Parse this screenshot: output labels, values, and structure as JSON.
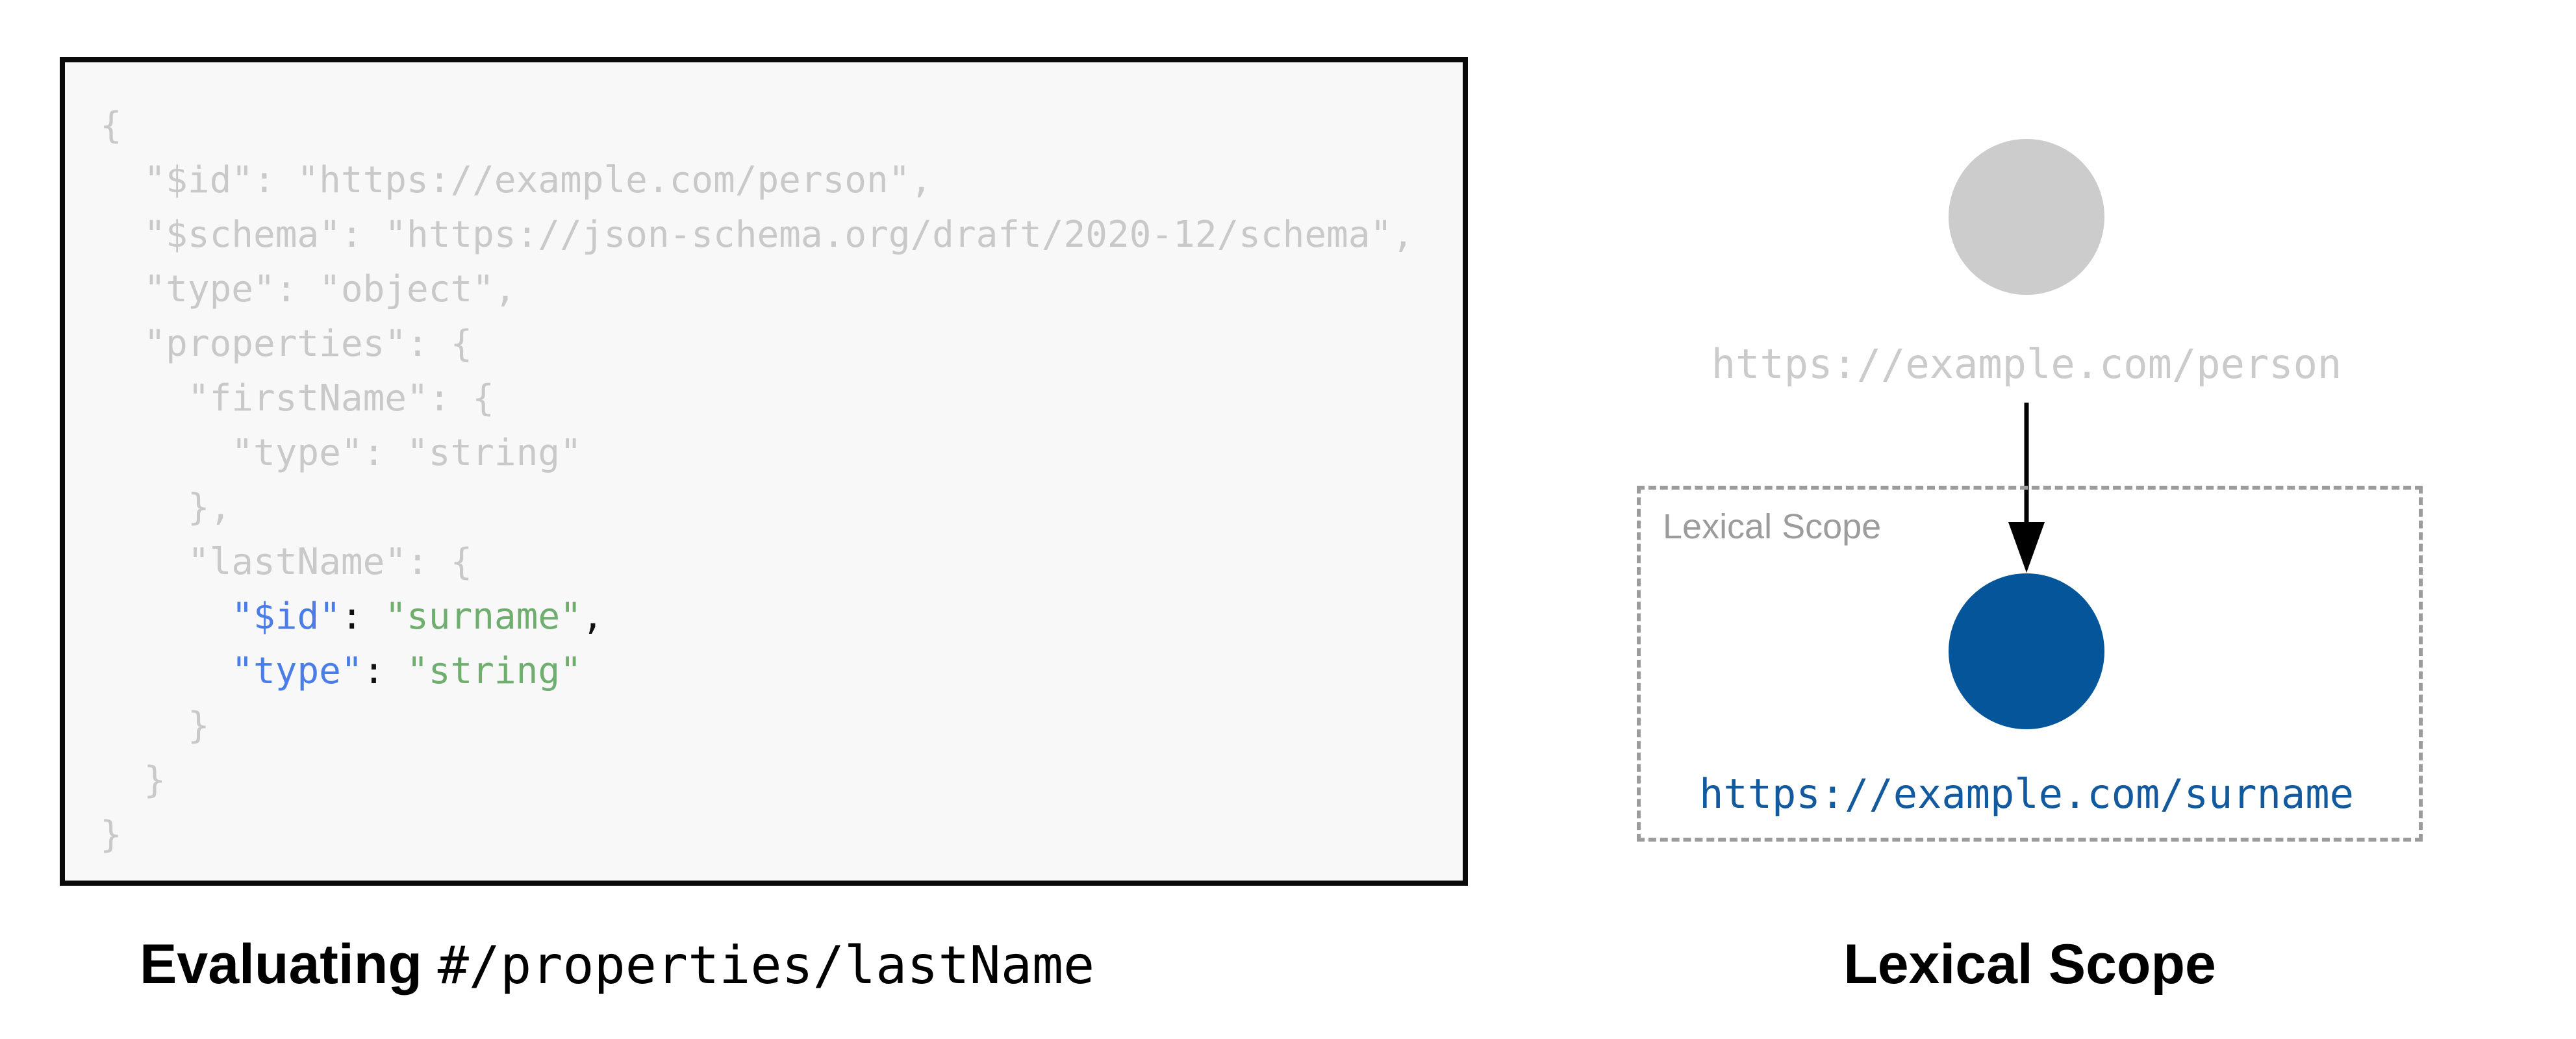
{
  "colors": {
    "panel_bg": "#f8f8f8",
    "panel_border": "#0a0a0a",
    "code_muted": "#c9c9c9",
    "key_blue": "#4a7de8",
    "value_green": "#6fae6f",
    "punct_dark": "#111111",
    "gray_node": "#cccccc",
    "gray_node_text": "#cbcbcb",
    "blue_node": "#05559b",
    "blue_text": "#12599e",
    "dash_border": "#9c9c9c",
    "arrow": "#000000"
  },
  "code": {
    "lines": [
      [
        {
          "t": "{",
          "c": "muted"
        }
      ],
      [
        {
          "t": "  \"$id\": \"https://example.com/person\",",
          "c": "muted"
        }
      ],
      [
        {
          "t": "  \"$schema\": \"https://json-schema.org/draft/2020-12/schema\",",
          "c": "muted"
        }
      ],
      [
        {
          "t": "  \"type\": \"object\",",
          "c": "muted"
        }
      ],
      [
        {
          "t": "  \"properties\": {",
          "c": "muted"
        }
      ],
      [
        {
          "t": "    \"firstName\": {",
          "c": "muted"
        }
      ],
      [
        {
          "t": "      \"type\": \"string\"",
          "c": "muted"
        }
      ],
      [
        {
          "t": "    },",
          "c": "muted"
        }
      ],
      [
        {
          "t": "    \"lastName\": {",
          "c": "muted"
        }
      ],
      [
        {
          "t": "      ",
          "c": "muted"
        },
        {
          "t": "\"$id\"",
          "c": "blue"
        },
        {
          "t": ": ",
          "c": "dark"
        },
        {
          "t": "\"surname\"",
          "c": "green"
        },
        {
          "t": ",",
          "c": "dark"
        }
      ],
      [
        {
          "t": "      ",
          "c": "muted"
        },
        {
          "t": "\"type\"",
          "c": "blue"
        },
        {
          "t": ": ",
          "c": "dark"
        },
        {
          "t": "\"string\"",
          "c": "green"
        }
      ],
      [
        {
          "t": "    }",
          "c": "muted"
        }
      ],
      [
        {
          "t": "  }",
          "c": "muted"
        }
      ],
      [
        {
          "t": "}",
          "c": "muted"
        }
      ]
    ]
  },
  "captions": {
    "left_bold": "Evaluating ",
    "left_mono": "#/properties/lastName",
    "right": "Lexical Scope"
  },
  "diagram": {
    "parent_node_label": "https://example.com/person",
    "scope_box_title": "Lexical Scope",
    "child_node_label": "https://example.com/surname"
  }
}
